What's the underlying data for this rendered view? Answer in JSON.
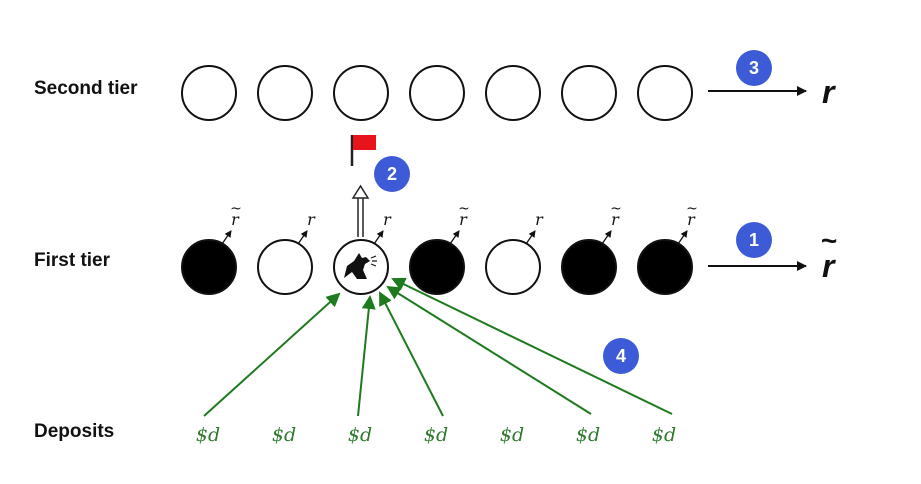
{
  "labels": {
    "second_tier": "Second tier",
    "first_tier": "First tier",
    "deposits": "Deposits"
  },
  "second_tier": {
    "nodes": [
      {
        "fill": "white"
      },
      {
        "fill": "white"
      },
      {
        "fill": "white"
      },
      {
        "fill": "white"
      },
      {
        "fill": "white"
      },
      {
        "fill": "white"
      },
      {
        "fill": "white"
      }
    ],
    "output_label": "r",
    "step_badge": "3"
  },
  "first_tier": {
    "nodes": [
      {
        "fill": "black",
        "label": "r",
        "tilde": true,
        "special": false
      },
      {
        "fill": "white",
        "label": "r",
        "tilde": false,
        "special": false
      },
      {
        "fill": "white",
        "label": "r",
        "tilde": false,
        "special": true
      },
      {
        "fill": "black",
        "label": "r",
        "tilde": true,
        "special": false
      },
      {
        "fill": "white",
        "label": "r",
        "tilde": false,
        "special": false
      },
      {
        "fill": "black",
        "label": "r",
        "tilde": true,
        "special": false
      },
      {
        "fill": "black",
        "label": "r",
        "tilde": true,
        "special": false
      }
    ],
    "output_label": "r",
    "output_tilde": "~",
    "step_badge": "1"
  },
  "escalation": {
    "step_badge": "2",
    "flag_color": "#e8141c",
    "icon": "dog-barking-icon"
  },
  "deposits": {
    "items": [
      "$d",
      "$d",
      "$d",
      "$d",
      "$d",
      "$d",
      "$d"
    ],
    "arrows_from": [
      0,
      2,
      3,
      5,
      6
    ],
    "step_badge": "4",
    "color": "#1e7a1e"
  },
  "colors": {
    "badge": "#3d5bd6",
    "deposit_text": "#2f7a2f"
  }
}
